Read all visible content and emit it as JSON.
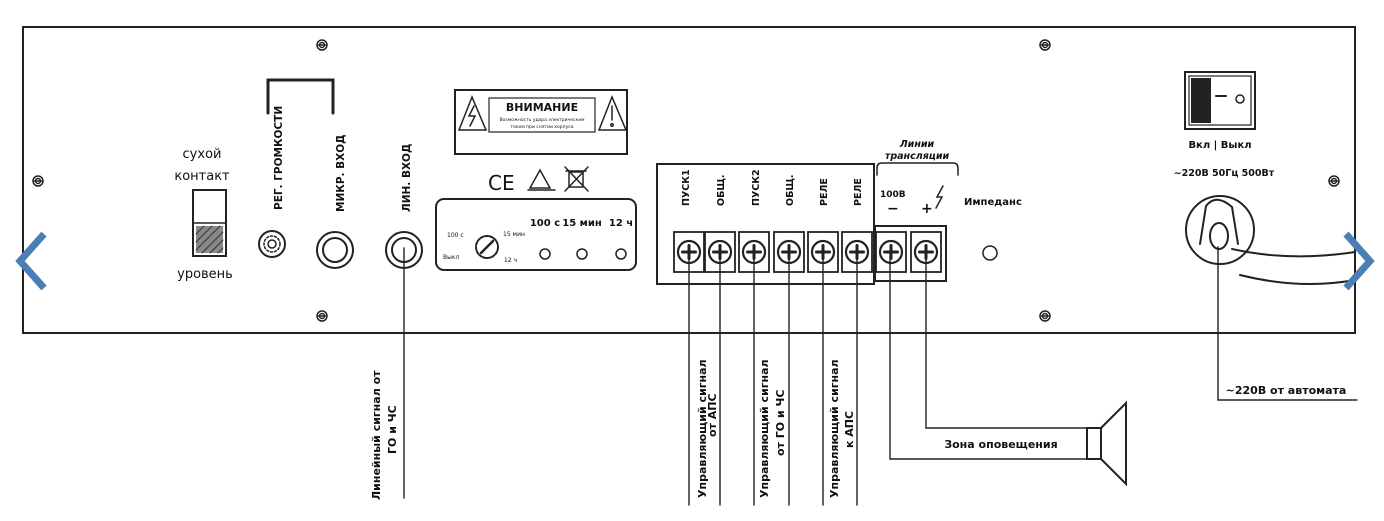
{
  "labels": {
    "dry_contact_1": "сухой",
    "dry_contact_2": "контакт",
    "level": "уровень",
    "volume": "РЕГ. ГРОМКОСТИ",
    "mic_in": "МИКР. ВХОД",
    "line_in": "ЛИН. ВХОД",
    "warning_title": "ВНИМАНИЕ",
    "warning_text_1": "Возможность удара электрическим",
    "warning_text_2": "током при снятии корпуса",
    "ce": "CE",
    "timer_100s": "100 с",
    "timer_15m": "15 мин",
    "timer_12h": "12 ч",
    "dial_100s": "100 с",
    "dial_15m": "15 мин",
    "dial_off": "Выкл",
    "dial_12h": "12 ч",
    "term_start1": "ПУСК1",
    "term_common1": "ОБЩ.",
    "term_start2": "ПУСК2",
    "term_common2": "ОБЩ.",
    "term_relay1": "РЕЛЕ",
    "term_relay2": "РЕЛЕ",
    "lines_1": "Линии",
    "lines_2": "трансляции",
    "v100": "100В",
    "minus": "−",
    "plus": "+",
    "impedance": "Импеданс",
    "switch_label": "Вкл | Выкл",
    "power_spec": "~220В 50Гц 500Вт",
    "line_signal_1": "Линейный сигнал от",
    "line_signal_2": "ГО и ЧС",
    "ctrl_aps_1": "Управляющий сигнал",
    "ctrl_aps_2": "от АПС",
    "ctrl_go_1": "Управляющий сигнал",
    "ctrl_go_2": "от ГО и ЧС",
    "ctrl_to_aps_1": "Управляющий сигнал",
    "ctrl_to_aps_2": "к АПС",
    "zone": "Зона оповещения",
    "mains": "~220В от автомата"
  },
  "colors": {
    "line": "#111111",
    "nav_arrow": "#4a7fb5",
    "background": "#ffffff"
  },
  "icons": [
    "prev-arrow-icon",
    "next-arrow-icon",
    "warning-icon",
    "ce-mark-icon",
    "recycle-bin-icon",
    "speaker-icon",
    "screw-icon"
  ]
}
